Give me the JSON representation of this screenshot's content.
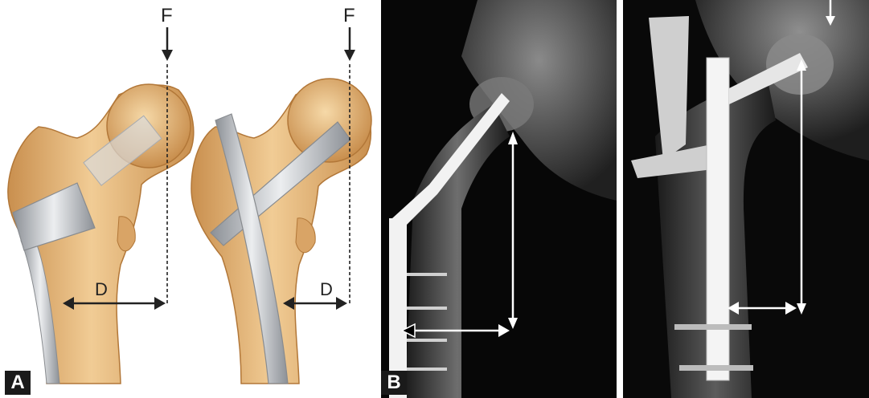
{
  "panel_a": {
    "badge": "A",
    "left_femur": {
      "force_label": "F",
      "distance_label": "D"
    },
    "right_femur": {
      "force_label": "F",
      "distance_label": "D"
    }
  },
  "panel_b": {
    "badge": "B"
  }
}
